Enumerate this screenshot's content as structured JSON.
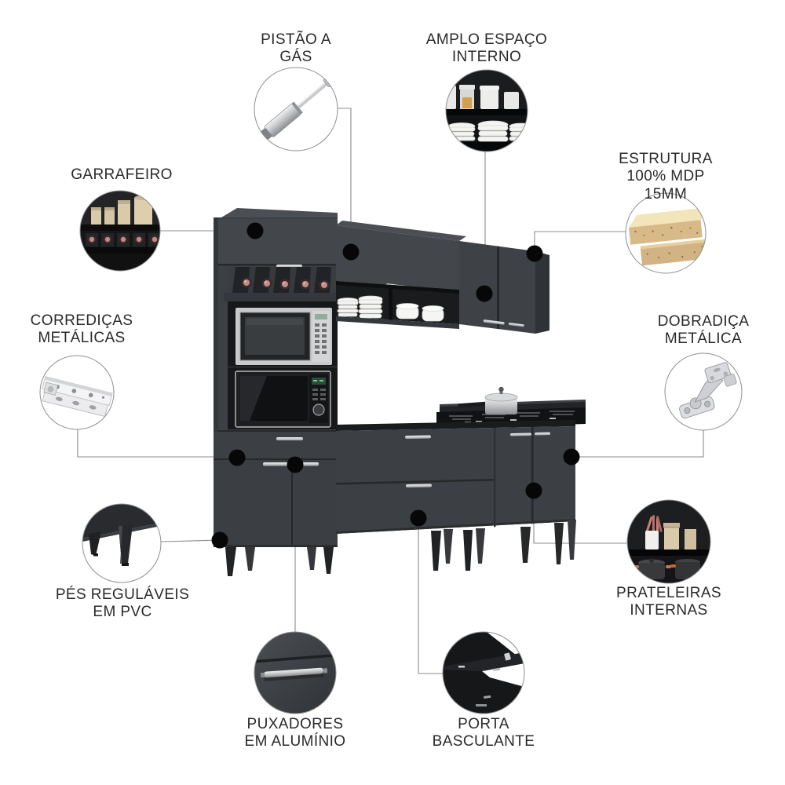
{
  "callouts": {
    "pistao": {
      "label": "PISTÃO A\nGÁS",
      "icon": "gas-piston-icon"
    },
    "amplo": {
      "label": "AMPLO ESPAÇO\nINTERNO",
      "icon": "pantry-shelves-icon"
    },
    "garrafeiro": {
      "label": "GARRAFEIRO",
      "icon": "bottle-rack-icon"
    },
    "estrutura": {
      "label": "ESTRUTURA\n100% MDP 15MM",
      "icon": "mdp-board-icon"
    },
    "corredicas": {
      "label": "CORREDIÇAS\nMETÁLICAS",
      "icon": "metal-slide-icon"
    },
    "dobradica": {
      "label": "DOBRADIÇA\nMETÁLICA",
      "icon": "metal-hinge-icon"
    },
    "pes": {
      "label": "PÉS REGULÁVEIS\nEM PVC",
      "icon": "pvc-feet-icon"
    },
    "prateleiras": {
      "label": "PRATELEIRAS\nINTERNAS",
      "icon": "inner-shelves-icon"
    },
    "puxadores": {
      "label": "PUXADORES\nEM ALUMÍNIO",
      "icon": "aluminum-handle-icon"
    },
    "porta": {
      "label": "PORTA\nBASCULANTE",
      "icon": "flip-door-icon"
    }
  },
  "colors": {
    "cabinet_body": "#3c3f43",
    "cabinet_interior": "#17181a",
    "counter_top": "#191b1d",
    "handle_silver": "#d7d8da",
    "anchor_dot": "#070708",
    "connector_line": "#8c8c8c",
    "label_text": "#2a2a2a",
    "bottle_cap": "#c28e88",
    "mdp_wood": "#d8ba89",
    "amber_jar": "#d49f4a",
    "copper_handle": "#c47a4e"
  }
}
